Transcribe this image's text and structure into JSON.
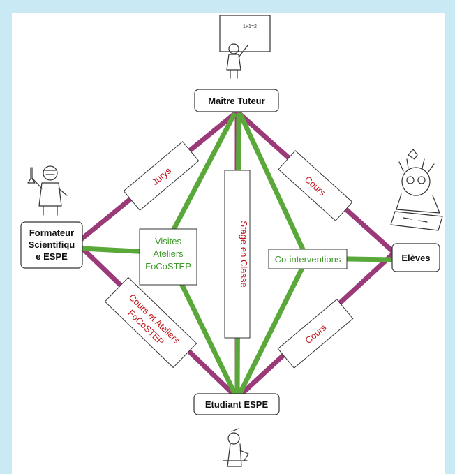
{
  "nodes": {
    "top": "Maître Tuteur",
    "left_line1": "Formateur",
    "left_line2": "Scientifiqu",
    "left_line3": "e ESPE",
    "right": "Elèves",
    "bottom": "Etudiant ESPE"
  },
  "labels": {
    "jurys": "Jurys",
    "cours_top_right": "Cours",
    "cours_bottom_right": "Cours",
    "cours_ateliers_line1": "Cours et Ateliers",
    "cours_ateliers_line2": "FoCoSTEP",
    "stage": "Stage en Classe",
    "visites_line1": "Visites",
    "visites_line2": "Ateliers",
    "visites_line3": "FoCoSTEP",
    "cointerventions": "Co-interventions"
  },
  "colors": {
    "background": "#c9e9f5",
    "purple_link": "#9b3a78",
    "green_link": "#5aa83a",
    "red_text": "#c0161b",
    "green_text": "#3f9a2a"
  },
  "icons": {
    "teacher": "teacher-at-blackboard-icon",
    "scientist": "scientist-with-flask-icon",
    "student": "pupil-reading-icon",
    "espe_student": "student-at-desk-icon"
  },
  "board_text": "1+1=2"
}
